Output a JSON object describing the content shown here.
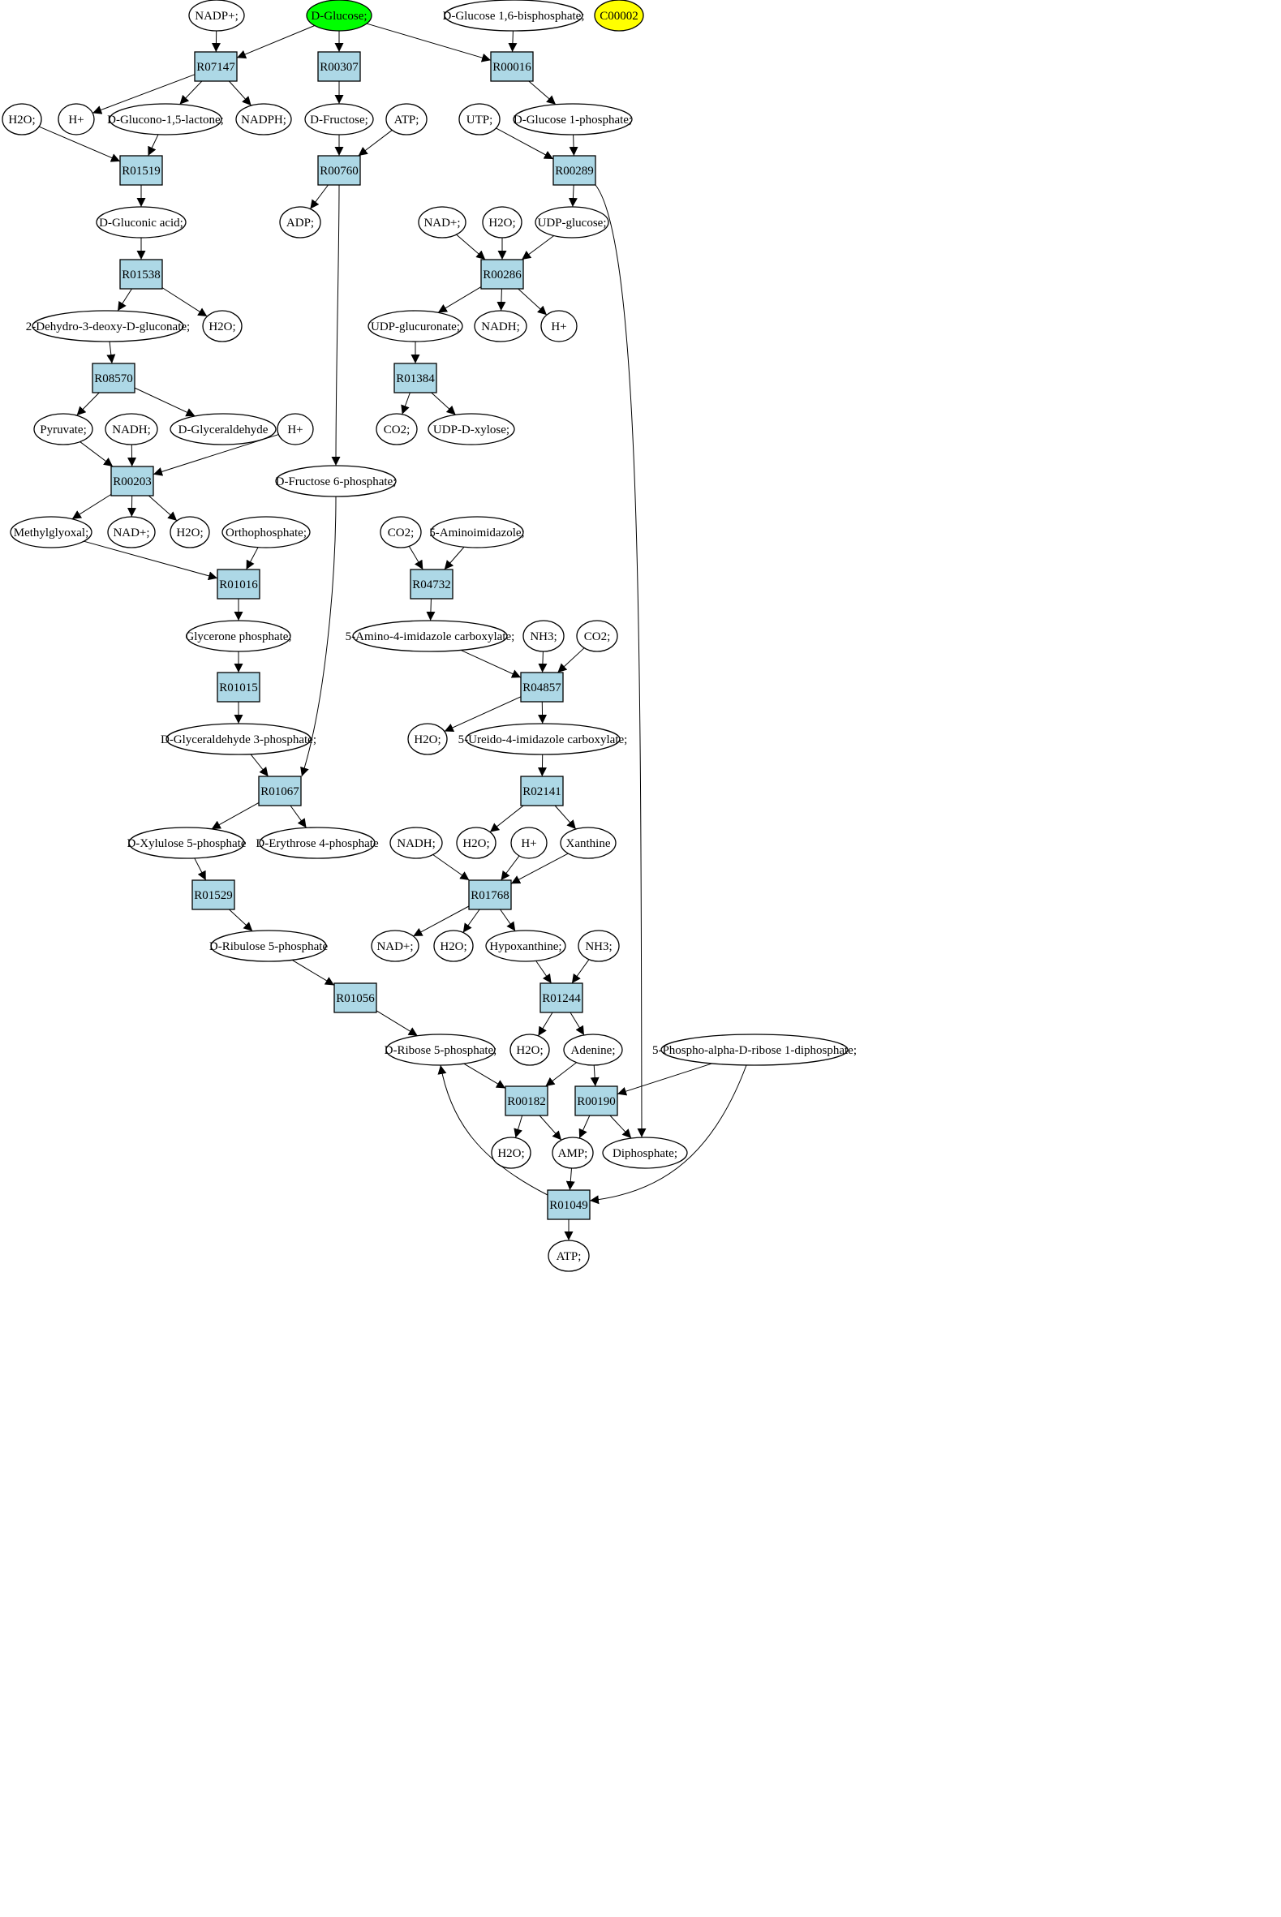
{
  "colors": {
    "highlight": "#00ff00",
    "special": "#ffff00",
    "reaction_fill": "#add8e6",
    "compound_fill": "#ffffff",
    "stroke": "#000000"
  },
  "reactions": [
    {
      "id": "R07147",
      "label": "R07147"
    },
    {
      "id": "R00307",
      "label": "R00307"
    },
    {
      "id": "R00016",
      "label": "R00016"
    },
    {
      "id": "R01519",
      "label": "R01519"
    },
    {
      "id": "R00760",
      "label": "R00760"
    },
    {
      "id": "R00289",
      "label": "R00289"
    },
    {
      "id": "R01538",
      "label": "R01538"
    },
    {
      "id": "R00286",
      "label": "R00286"
    },
    {
      "id": "R08570",
      "label": "R08570"
    },
    {
      "id": "R01384",
      "label": "R01384"
    },
    {
      "id": "R00203",
      "label": "R00203"
    },
    {
      "id": "R04732",
      "label": "R04732"
    },
    {
      "id": "R01016",
      "label": "R01016"
    },
    {
      "id": "R04857",
      "label": "R04857"
    },
    {
      "id": "R01015",
      "label": "R01015"
    },
    {
      "id": "R01067",
      "label": "R01067"
    },
    {
      "id": "R02141",
      "label": "R02141"
    },
    {
      "id": "R01529",
      "label": "R01529"
    },
    {
      "id": "R01768",
      "label": "R01768"
    },
    {
      "id": "R01056",
      "label": "R01056"
    },
    {
      "id": "R01244",
      "label": "R01244"
    },
    {
      "id": "R00182",
      "label": "R00182"
    },
    {
      "id": "R00190",
      "label": "R00190"
    },
    {
      "id": "R01049",
      "label": "R01049"
    }
  ],
  "compounds": [
    {
      "id": "c_nadp",
      "label": "NADP+;"
    },
    {
      "id": "c_dglucose",
      "label": "D-Glucose;",
      "color": "highlight"
    },
    {
      "id": "c_glc16bp",
      "label": "D-Glucose 1,6-bisphosphate;"
    },
    {
      "id": "c_c00002",
      "label": "C00002",
      "color": "special"
    },
    {
      "id": "c_h2o_1",
      "label": "H2O;"
    },
    {
      "id": "c_hplus_1",
      "label": "H+"
    },
    {
      "id": "c_gluconolactone",
      "label": "D-Glucono-1,5-lactone;"
    },
    {
      "id": "c_nadph",
      "label": "NADPH;"
    },
    {
      "id": "c_dfructose",
      "label": "D-Fructose;"
    },
    {
      "id": "c_atp_1",
      "label": "ATP;"
    },
    {
      "id": "c_utp",
      "label": "UTP;"
    },
    {
      "id": "c_glc1p",
      "label": "D-Glucose 1-phosphate;"
    },
    {
      "id": "c_gluconic",
      "label": "D-Gluconic acid;"
    },
    {
      "id": "c_adp",
      "label": "ADP;"
    },
    {
      "id": "c_nad_1",
      "label": "NAD+;"
    },
    {
      "id": "c_h2o_2",
      "label": "H2O;"
    },
    {
      "id": "c_udpglucose",
      "label": "UDP-glucose;"
    },
    {
      "id": "c_dehydro",
      "label": "2-Dehydro-3-deoxy-D-gluconate;"
    },
    {
      "id": "c_h2o_3",
      "label": "H2O;"
    },
    {
      "id": "c_udpglucuronate",
      "label": "UDP-glucuronate;"
    },
    {
      "id": "c_nadh_1",
      "label": "NADH;"
    },
    {
      "id": "c_hplus_2",
      "label": "H+"
    },
    {
      "id": "c_pyruvate",
      "label": "Pyruvate;"
    },
    {
      "id": "c_nadh_2",
      "label": "NADH;"
    },
    {
      "id": "c_glyceraldehyde",
      "label": "D-Glyceraldehyde"
    },
    {
      "id": "c_hplus_3",
      "label": "H+"
    },
    {
      "id": "c_co2_1",
      "label": "CO2;"
    },
    {
      "id": "c_udpxylose",
      "label": "UDP-D-xylose;"
    },
    {
      "id": "c_f6p",
      "label": "D-Fructose 6-phosphate;"
    },
    {
      "id": "c_methylglyoxal",
      "label": "Methylglyoxal;"
    },
    {
      "id": "c_nad_2",
      "label": "NAD+;"
    },
    {
      "id": "c_h2o_4",
      "label": "H2O;"
    },
    {
      "id": "c_orthophosphate",
      "label": "Orthophosphate;"
    },
    {
      "id": "c_co2_2",
      "label": "CO2;"
    },
    {
      "id": "c_aminoimidazole",
      "label": "5-Aminoimidazole;"
    },
    {
      "id": "c_glyceronep",
      "label": "Glycerone phosphate;"
    },
    {
      "id": "c_aicarbox",
      "label": "5-Amino-4-imidazole carboxylate;"
    },
    {
      "id": "c_nh3_1",
      "label": "NH3;"
    },
    {
      "id": "c_co2_3",
      "label": "CO2;"
    },
    {
      "id": "c_g3p",
      "label": "D-Glyceraldehyde 3-phosphate;"
    },
    {
      "id": "c_h2o_5",
      "label": "H2O;"
    },
    {
      "id": "c_ureido",
      "label": "5-Ureido-4-imidazole carboxylate;"
    },
    {
      "id": "c_xylulose5p",
      "label": "D-Xylulose 5-phosphate"
    },
    {
      "id": "c_erythrose4p",
      "label": "D-Erythrose 4-phosphate"
    },
    {
      "id": "c_nadh_3",
      "label": "NADH;"
    },
    {
      "id": "c_h2o_6",
      "label": "H2O;"
    },
    {
      "id": "c_hplus_4",
      "label": "H+"
    },
    {
      "id": "c_xanthine",
      "label": "Xanthine"
    },
    {
      "id": "c_ribulose5p",
      "label": "D-Ribulose 5-phosphate"
    },
    {
      "id": "c_nad_3",
      "label": "NAD+;"
    },
    {
      "id": "c_h2o_7",
      "label": "H2O;"
    },
    {
      "id": "c_hypoxanthine",
      "label": "Hypoxanthine;"
    },
    {
      "id": "c_nh3_2",
      "label": "NH3;"
    },
    {
      "id": "c_ribose5p",
      "label": "D-Ribose 5-phosphate;"
    },
    {
      "id": "c_h2o_8",
      "label": "H2O;"
    },
    {
      "id": "c_adenine",
      "label": "Adenine;"
    },
    {
      "id": "c_prpp",
      "label": "5-Phospho-alpha-D-ribose 1-diphosphate;"
    },
    {
      "id": "c_h2o_9",
      "label": "H2O;"
    },
    {
      "id": "c_amp",
      "label": "AMP;"
    },
    {
      "id": "c_diphosphate",
      "label": "Diphosphate;"
    },
    {
      "id": "c_atp_2",
      "label": "ATP;"
    }
  ],
  "edges": [
    [
      "c_dglucose",
      "R07147"
    ],
    [
      "c_nadp",
      "R07147"
    ],
    [
      "c_dglucose",
      "R00307"
    ],
    [
      "c_dglucose",
      "R00016"
    ],
    [
      "c_glc16bp",
      "R00016"
    ],
    [
      "R07147",
      "c_hplus_1"
    ],
    [
      "R07147",
      "c_gluconolactone"
    ],
    [
      "R07147",
      "c_nadph"
    ],
    [
      "R00307",
      "c_dfructose"
    ],
    [
      "R00016",
      "c_glc1p"
    ],
    [
      "c_h2o_1",
      "R01519"
    ],
    [
      "c_gluconolactone",
      "R01519"
    ],
    [
      "c_dfructose",
      "R00760"
    ],
    [
      "c_atp_1",
      "R00760"
    ],
    [
      "c_utp",
      "R00289"
    ],
    [
      "c_glc1p",
      "R00289"
    ],
    [
      "R01519",
      "c_gluconic"
    ],
    [
      "R00760",
      "c_adp"
    ],
    [
      "R00289",
      "c_udpglucose"
    ],
    [
      "c_gluconic",
      "R01538"
    ],
    [
      "c_nad_1",
      "R00286"
    ],
    [
      "c_h2o_2",
      "R00286"
    ],
    [
      "c_udpglucose",
      "R00286"
    ],
    [
      "R01538",
      "c_dehydro"
    ],
    [
      "R01538",
      "c_h2o_3"
    ],
    [
      "R00286",
      "c_udpglucuronate"
    ],
    [
      "R00286",
      "c_nadh_1"
    ],
    [
      "R00286",
      "c_hplus_2"
    ],
    [
      "c_dehydro",
      "R08570"
    ],
    [
      "c_udpglucuronate",
      "R01384"
    ],
    [
      "R08570",
      "c_pyruvate"
    ],
    [
      "R08570",
      "c_glyceraldehyde"
    ],
    [
      "R01384",
      "c_co2_1"
    ],
    [
      "R01384",
      "c_udpxylose"
    ],
    [
      "c_pyruvate",
      "R00203"
    ],
    [
      "c_nadh_2",
      "R00203"
    ],
    [
      "c_hplus_3",
      "R00203"
    ],
    [
      "R00760",
      "c_f6p"
    ],
    [
      "R00203",
      "c_methylglyoxal"
    ],
    [
      "R00203",
      "c_nad_2"
    ],
    [
      "R00203",
      "c_h2o_4"
    ],
    [
      "c_co2_2",
      "R04732"
    ],
    [
      "c_aminoimidazole",
      "R04732"
    ],
    [
      "c_methylglyoxal",
      "R01016"
    ],
    [
      "c_orthophosphate",
      "R01016"
    ],
    [
      "R04732",
      "c_aicarbox"
    ],
    [
      "R01016",
      "c_glyceronep"
    ],
    [
      "c_aicarbox",
      "R04857"
    ],
    [
      "c_nh3_1",
      "R04857"
    ],
    [
      "c_co2_3",
      "R04857"
    ],
    [
      "c_glyceronep",
      "R01015"
    ],
    [
      "R01015",
      "c_g3p"
    ],
    [
      "R04857",
      "c_h2o_5"
    ],
    [
      "R04857",
      "c_ureido"
    ],
    [
      "c_g3p",
      "R01067"
    ],
    [
      "c_f6p",
      "R01067"
    ],
    [
      "c_ureido",
      "R02141"
    ],
    [
      "R01067",
      "c_xylulose5p"
    ],
    [
      "R01067",
      "c_erythrose4p"
    ],
    [
      "R02141",
      "c_h2o_6"
    ],
    [
      "R02141",
      "c_xanthine"
    ],
    [
      "c_xylulose5p",
      "R01529"
    ],
    [
      "c_nadh_3",
      "R01768"
    ],
    [
      "c_hplus_4",
      "R01768"
    ],
    [
      "c_xanthine",
      "R01768"
    ],
    [
      "R01529",
      "c_ribulose5p"
    ],
    [
      "R01768",
      "c_nad_3"
    ],
    [
      "R01768",
      "c_h2o_7"
    ],
    [
      "R01768",
      "c_hypoxanthine"
    ],
    [
      "c_ribulose5p",
      "R01056"
    ],
    [
      "c_hypoxanthine",
      "R01244"
    ],
    [
      "c_nh3_2",
      "R01244"
    ],
    [
      "R01056",
      "c_ribose5p"
    ],
    [
      "R01244",
      "c_h2o_8"
    ],
    [
      "R01244",
      "c_adenine"
    ],
    [
      "c_ribose5p",
      "R00182"
    ],
    [
      "c_adenine",
      "R00182"
    ],
    [
      "c_adenine",
      "R00190"
    ],
    [
      "c_prpp",
      "R00190"
    ],
    [
      "R00182",
      "c_h2o_9"
    ],
    [
      "R00182",
      "c_amp"
    ],
    [
      "R00190",
      "c_amp"
    ],
    [
      "R00190",
      "c_diphosphate"
    ],
    [
      "R00289",
      "c_diphosphate"
    ],
    [
      "c_amp",
      "R01049"
    ],
    [
      "c_prpp",
      "R01049"
    ],
    [
      "R01049",
      "c_ribose5p"
    ],
    [
      "R01049",
      "c_atp_2"
    ]
  ]
}
